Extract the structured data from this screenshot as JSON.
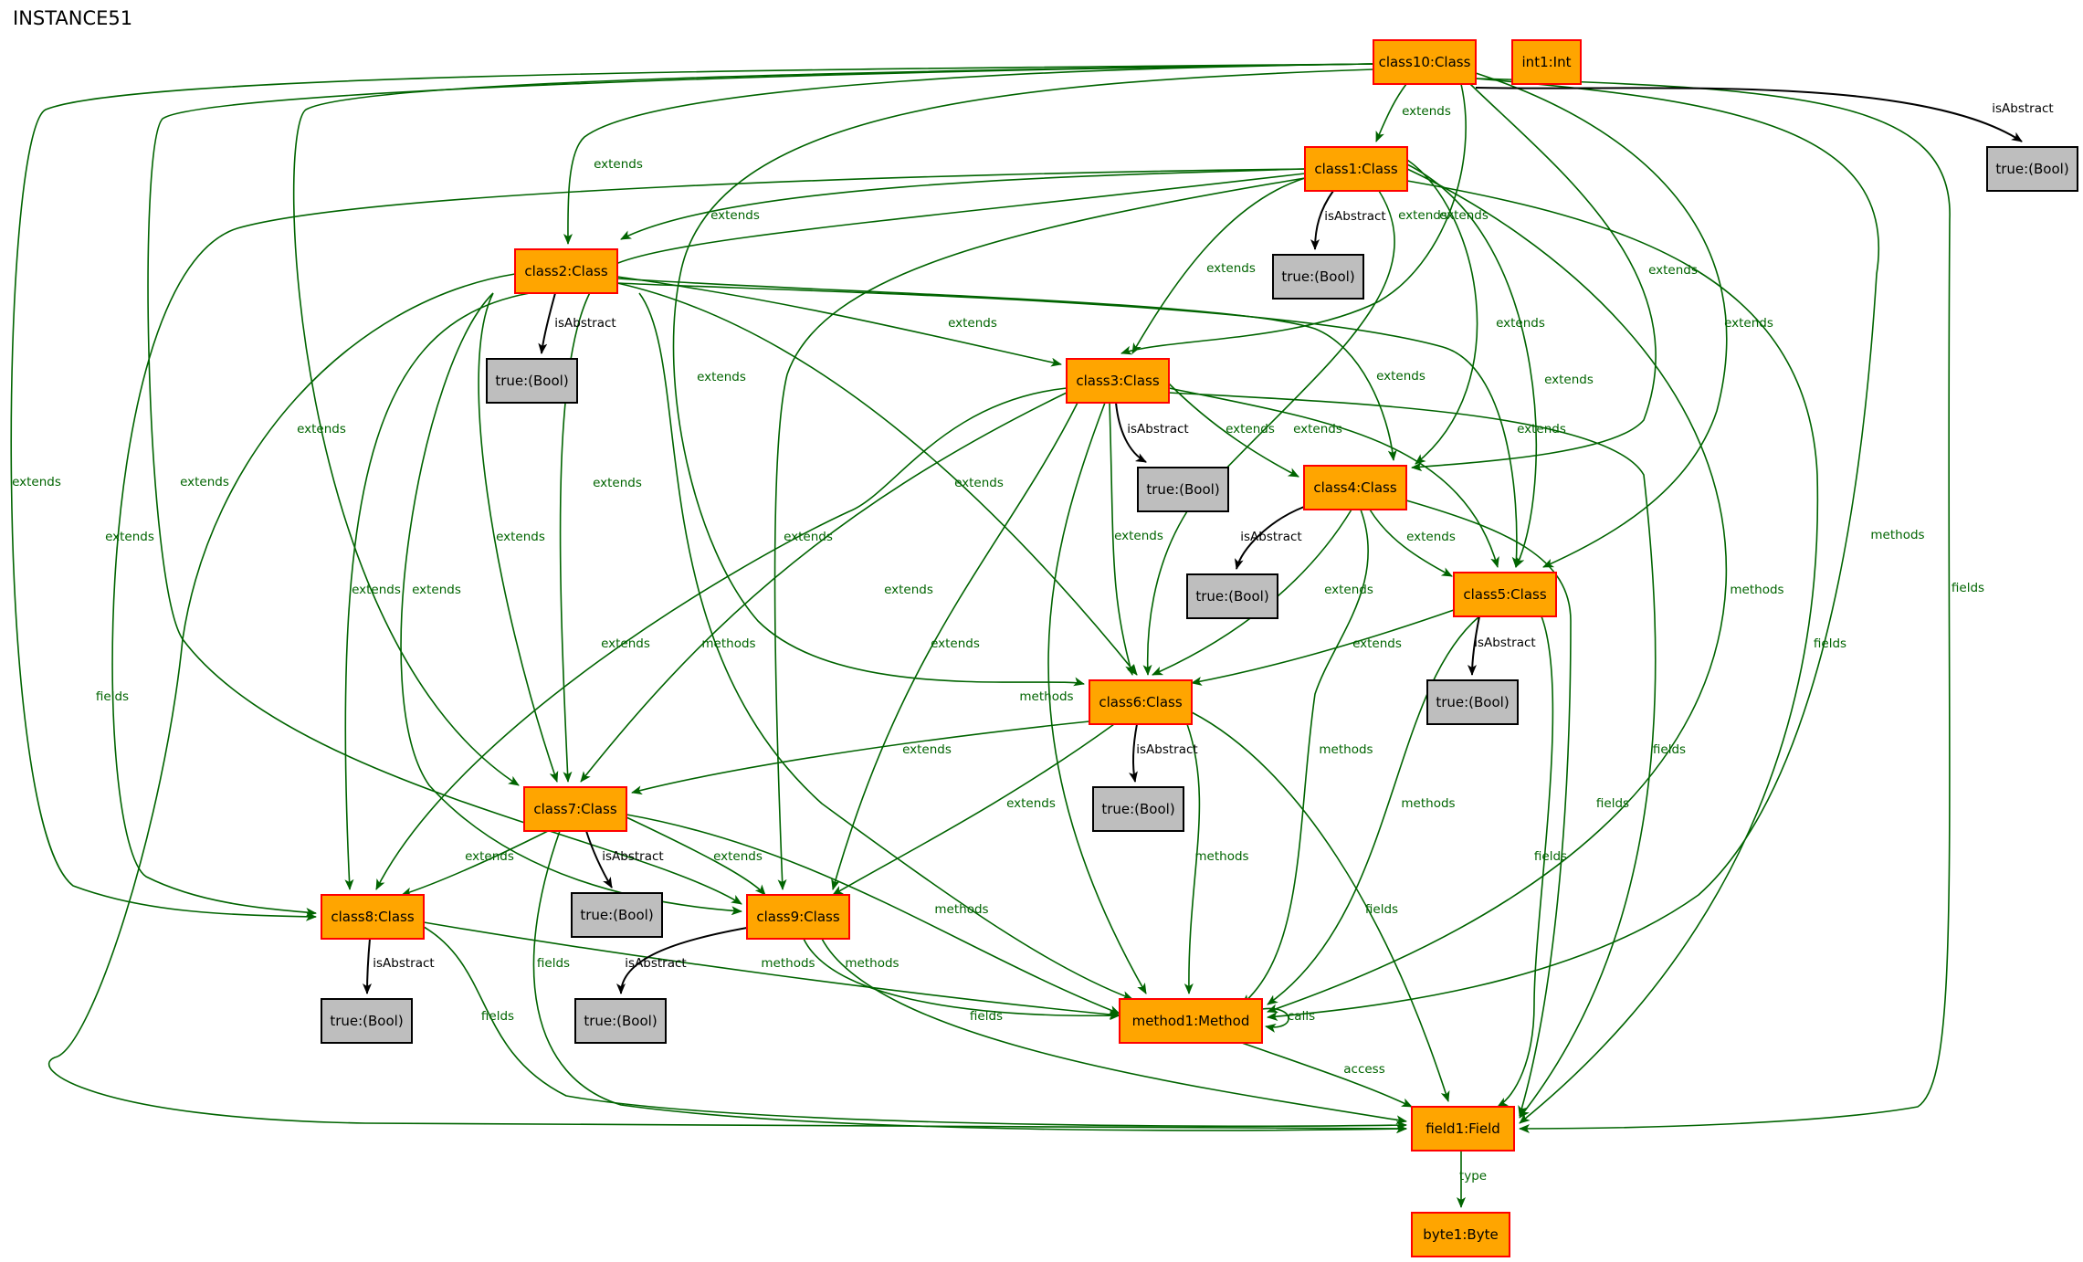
{
  "title": "INSTANCE51",
  "colors": {
    "class_fill": "#ffa500",
    "class_border": "#ff0000",
    "bool_fill": "#bebebe",
    "bool_border": "#000000",
    "edge_green": "#006400",
    "edge_black": "#000000"
  },
  "nodes": [
    {
      "id": "class10",
      "label": "class10:Class",
      "kind": "object"
    },
    {
      "id": "int1",
      "label": "int1:Int",
      "kind": "object"
    },
    {
      "id": "b10",
      "label": "true:(Bool)",
      "kind": "value"
    },
    {
      "id": "class1",
      "label": "class1:Class",
      "kind": "object"
    },
    {
      "id": "b1",
      "label": "true:(Bool)",
      "kind": "value"
    },
    {
      "id": "class2",
      "label": "class2:Class",
      "kind": "object"
    },
    {
      "id": "b2",
      "label": "true:(Bool)",
      "kind": "value"
    },
    {
      "id": "class3",
      "label": "class3:Class",
      "kind": "object"
    },
    {
      "id": "b3",
      "label": "true:(Bool)",
      "kind": "value"
    },
    {
      "id": "class4",
      "label": "class4:Class",
      "kind": "object"
    },
    {
      "id": "b4",
      "label": "true:(Bool)",
      "kind": "value"
    },
    {
      "id": "class5",
      "label": "class5:Class",
      "kind": "object"
    },
    {
      "id": "b5",
      "label": "true:(Bool)",
      "kind": "value"
    },
    {
      "id": "class6",
      "label": "class6:Class",
      "kind": "object"
    },
    {
      "id": "b6",
      "label": "true:(Bool)",
      "kind": "value"
    },
    {
      "id": "class7",
      "label": "class7:Class",
      "kind": "object"
    },
    {
      "id": "b7",
      "label": "true:(Bool)",
      "kind": "value"
    },
    {
      "id": "class8",
      "label": "class8:Class",
      "kind": "object"
    },
    {
      "id": "b8",
      "label": "true:(Bool)",
      "kind": "value"
    },
    {
      "id": "class9",
      "label": "class9:Class",
      "kind": "object"
    },
    {
      "id": "b9",
      "label": "true:(Bool)",
      "kind": "value"
    },
    {
      "id": "method1",
      "label": "method1:Method",
      "kind": "object"
    },
    {
      "id": "field1",
      "label": "field1:Field",
      "kind": "object"
    },
    {
      "id": "byte1",
      "label": "byte1:Byte",
      "kind": "object"
    }
  ],
  "edges": [
    {
      "from": "class10",
      "to": "class1",
      "label": "extends"
    },
    {
      "from": "class10",
      "to": "class2",
      "label": "extends"
    },
    {
      "from": "class10",
      "to": "class3",
      "label": "extends"
    },
    {
      "from": "class10",
      "to": "class4",
      "label": "extends"
    },
    {
      "from": "class10",
      "to": "class5",
      "label": "extends"
    },
    {
      "from": "class10",
      "to": "class6",
      "label": "extends"
    },
    {
      "from": "class10",
      "to": "class7",
      "label": "extends"
    },
    {
      "from": "class10",
      "to": "class8",
      "label": "extends"
    },
    {
      "from": "class10",
      "to": "class9",
      "label": "extends"
    },
    {
      "from": "class10",
      "to": "method1",
      "label": "methods"
    },
    {
      "from": "class10",
      "to": "field1",
      "label": "fields"
    },
    {
      "from": "class10",
      "to": "b10",
      "label": "isAbstract"
    },
    {
      "from": "class1",
      "to": "class2",
      "label": "extends"
    },
    {
      "from": "class1",
      "to": "class3",
      "label": "extends"
    },
    {
      "from": "class1",
      "to": "class4",
      "label": "extends"
    },
    {
      "from": "class1",
      "to": "class5",
      "label": "extends"
    },
    {
      "from": "class1",
      "to": "class6",
      "label": "extends"
    },
    {
      "from": "class1",
      "to": "class7",
      "label": "extends"
    },
    {
      "from": "class1",
      "to": "class8",
      "label": "extends"
    },
    {
      "from": "class1",
      "to": "class9",
      "label": "extends"
    },
    {
      "from": "class1",
      "to": "method1",
      "label": "methods"
    },
    {
      "from": "class1",
      "to": "field1",
      "label": "fields"
    },
    {
      "from": "class1",
      "to": "b1",
      "label": "isAbstract"
    },
    {
      "from": "class2",
      "to": "class3",
      "label": "extends"
    },
    {
      "from": "class2",
      "to": "class4",
      "label": "extends"
    },
    {
      "from": "class2",
      "to": "class5",
      "label": "extends"
    },
    {
      "from": "class2",
      "to": "class6",
      "label": "extends"
    },
    {
      "from": "class2",
      "to": "class7",
      "label": "extends"
    },
    {
      "from": "class2",
      "to": "class8",
      "label": "extends"
    },
    {
      "from": "class2",
      "to": "class9",
      "label": "extends"
    },
    {
      "from": "class2",
      "to": "method1",
      "label": "methods"
    },
    {
      "from": "class2",
      "to": "field1",
      "label": "fields"
    },
    {
      "from": "class2",
      "to": "b2",
      "label": "isAbstract"
    },
    {
      "from": "class3",
      "to": "class4",
      "label": "extends"
    },
    {
      "from": "class3",
      "to": "class5",
      "label": "extends"
    },
    {
      "from": "class3",
      "to": "class6",
      "label": "extends"
    },
    {
      "from": "class3",
      "to": "class7",
      "label": "extends"
    },
    {
      "from": "class3",
      "to": "class8",
      "label": "extends"
    },
    {
      "from": "class3",
      "to": "class9",
      "label": "extends"
    },
    {
      "from": "class3",
      "to": "method1",
      "label": "methods"
    },
    {
      "from": "class3",
      "to": "field1",
      "label": "fields"
    },
    {
      "from": "class3",
      "to": "b3",
      "label": "isAbstract"
    },
    {
      "from": "class4",
      "to": "class5",
      "label": "extends"
    },
    {
      "from": "class4",
      "to": "class6",
      "label": "extends"
    },
    {
      "from": "class4",
      "to": "method1",
      "label": "methods"
    },
    {
      "from": "class4",
      "to": "field1",
      "label": "fields"
    },
    {
      "from": "class4",
      "to": "b4",
      "label": "isAbstract"
    },
    {
      "from": "class5",
      "to": "class6",
      "label": "extends"
    },
    {
      "from": "class5",
      "to": "method1",
      "label": "methods"
    },
    {
      "from": "class5",
      "to": "field1",
      "label": "fields"
    },
    {
      "from": "class5",
      "to": "b5",
      "label": "isAbstract"
    },
    {
      "from": "class6",
      "to": "class7",
      "label": "extends"
    },
    {
      "from": "class6",
      "to": "class9",
      "label": "extends"
    },
    {
      "from": "class6",
      "to": "method1",
      "label": "methods"
    },
    {
      "from": "class6",
      "to": "field1",
      "label": "fields"
    },
    {
      "from": "class6",
      "to": "b6",
      "label": "isAbstract"
    },
    {
      "from": "class7",
      "to": "class8",
      "label": "extends"
    },
    {
      "from": "class7",
      "to": "class9",
      "label": "extends"
    },
    {
      "from": "class7",
      "to": "method1",
      "label": "methods"
    },
    {
      "from": "class7",
      "to": "field1",
      "label": "fields"
    },
    {
      "from": "class7",
      "to": "b7",
      "label": "isAbstract"
    },
    {
      "from": "class8",
      "to": "method1",
      "label": "methods"
    },
    {
      "from": "class8",
      "to": "field1",
      "label": "fields"
    },
    {
      "from": "class8",
      "to": "b8",
      "label": "isAbstract"
    },
    {
      "from": "class9",
      "to": "method1",
      "label": "methods"
    },
    {
      "from": "class9",
      "to": "field1",
      "label": "fields"
    },
    {
      "from": "class9",
      "to": "b9",
      "label": "isAbstract"
    },
    {
      "from": "method1",
      "to": "method1",
      "label": "calls"
    },
    {
      "from": "method1",
      "to": "field1",
      "label": "access"
    },
    {
      "from": "field1",
      "to": "byte1",
      "label": "type"
    }
  ]
}
